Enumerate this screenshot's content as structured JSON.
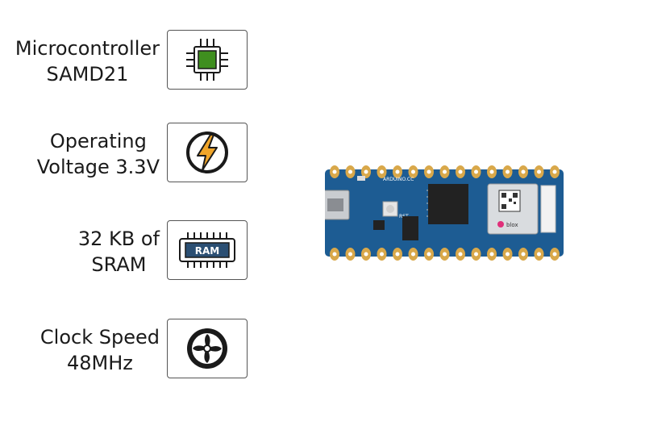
{
  "specs": [
    {
      "line1": "Microcontroller",
      "line2": "SAMD21",
      "icon": "microchip-icon"
    },
    {
      "line1": "Operating",
      "line2": "Voltage 3.3V",
      "icon": "lightning-bolt-icon"
    },
    {
      "line1": "32 KB of",
      "line2": "SRAM",
      "icon": "ram-chip-icon",
      "icon_text": "RAM"
    },
    {
      "line1": "Clock Speed",
      "line2": "48MHz",
      "icon": "fan-icon"
    }
  ],
  "board": {
    "silkscreen": "ARDUINO.CC",
    "reset_label": "RST",
    "module_brand": "blox"
  },
  "colors": {
    "chip_green": "#3f8f1f",
    "bolt_orange": "#f0a52a",
    "board_blue": "#1d5c93",
    "ram_blue": "#2b4f73"
  }
}
